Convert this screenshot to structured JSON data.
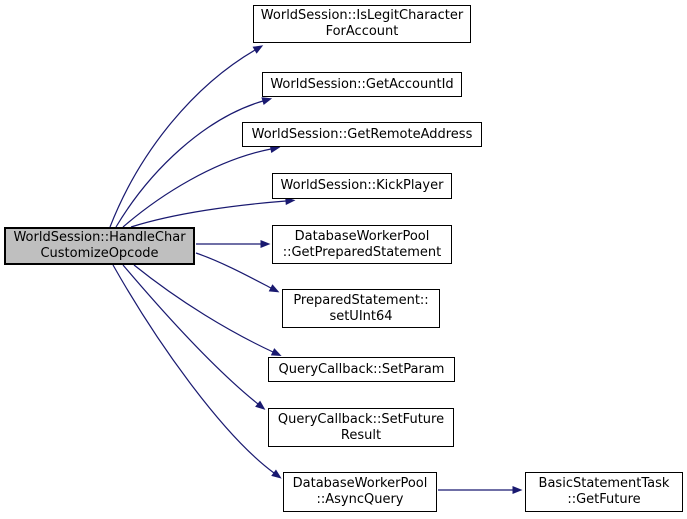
{
  "graph": {
    "type": "call-graph",
    "colors": {
      "edge": "#191970",
      "caller_fill": "#bfbfbf",
      "callee_fill": "#ffffff",
      "border": "#000000"
    },
    "nodes": [
      {
        "id": "main",
        "label": "WorldSession::HandleChar\nCustomizeOpcode",
        "highlighted": true
      },
      {
        "id": "islegitcharacter",
        "label": "WorldSession::IsLegitCharacter\nForAccount",
        "highlighted": false
      },
      {
        "id": "getaccountid",
        "label": "WorldSession::GetAccountId",
        "highlighted": false
      },
      {
        "id": "getremoteaddress",
        "label": "WorldSession::GetRemoteAddress",
        "highlighted": false
      },
      {
        "id": "kickplayer",
        "label": "WorldSession::KickPlayer",
        "highlighted": false
      },
      {
        "id": "getpreparedstatement",
        "label": "DatabaseWorkerPool\n::GetPreparedStatement",
        "highlighted": false
      },
      {
        "id": "setuint64",
        "label": "PreparedStatement::\nsetUInt64",
        "highlighted": false
      },
      {
        "id": "setparam",
        "label": "QueryCallback::SetParam",
        "highlighted": false
      },
      {
        "id": "setfutureresult",
        "label": "QueryCallback::SetFuture\nResult",
        "highlighted": false
      },
      {
        "id": "asyncquery",
        "label": "DatabaseWorkerPool\n::AsyncQuery",
        "highlighted": false
      },
      {
        "id": "getfuture",
        "label": "BasicStatementTask\n::GetFuture",
        "highlighted": false
      }
    ],
    "edges": [
      {
        "from": "main",
        "to": "islegitcharacter"
      },
      {
        "from": "main",
        "to": "getaccountid"
      },
      {
        "from": "main",
        "to": "getremoteaddress"
      },
      {
        "from": "main",
        "to": "kickplayer"
      },
      {
        "from": "main",
        "to": "getpreparedstatement"
      },
      {
        "from": "main",
        "to": "setuint64"
      },
      {
        "from": "main",
        "to": "setparam"
      },
      {
        "from": "main",
        "to": "setfutureresult"
      },
      {
        "from": "main",
        "to": "asyncquery"
      },
      {
        "from": "asyncquery",
        "to": "getfuture"
      }
    ]
  }
}
